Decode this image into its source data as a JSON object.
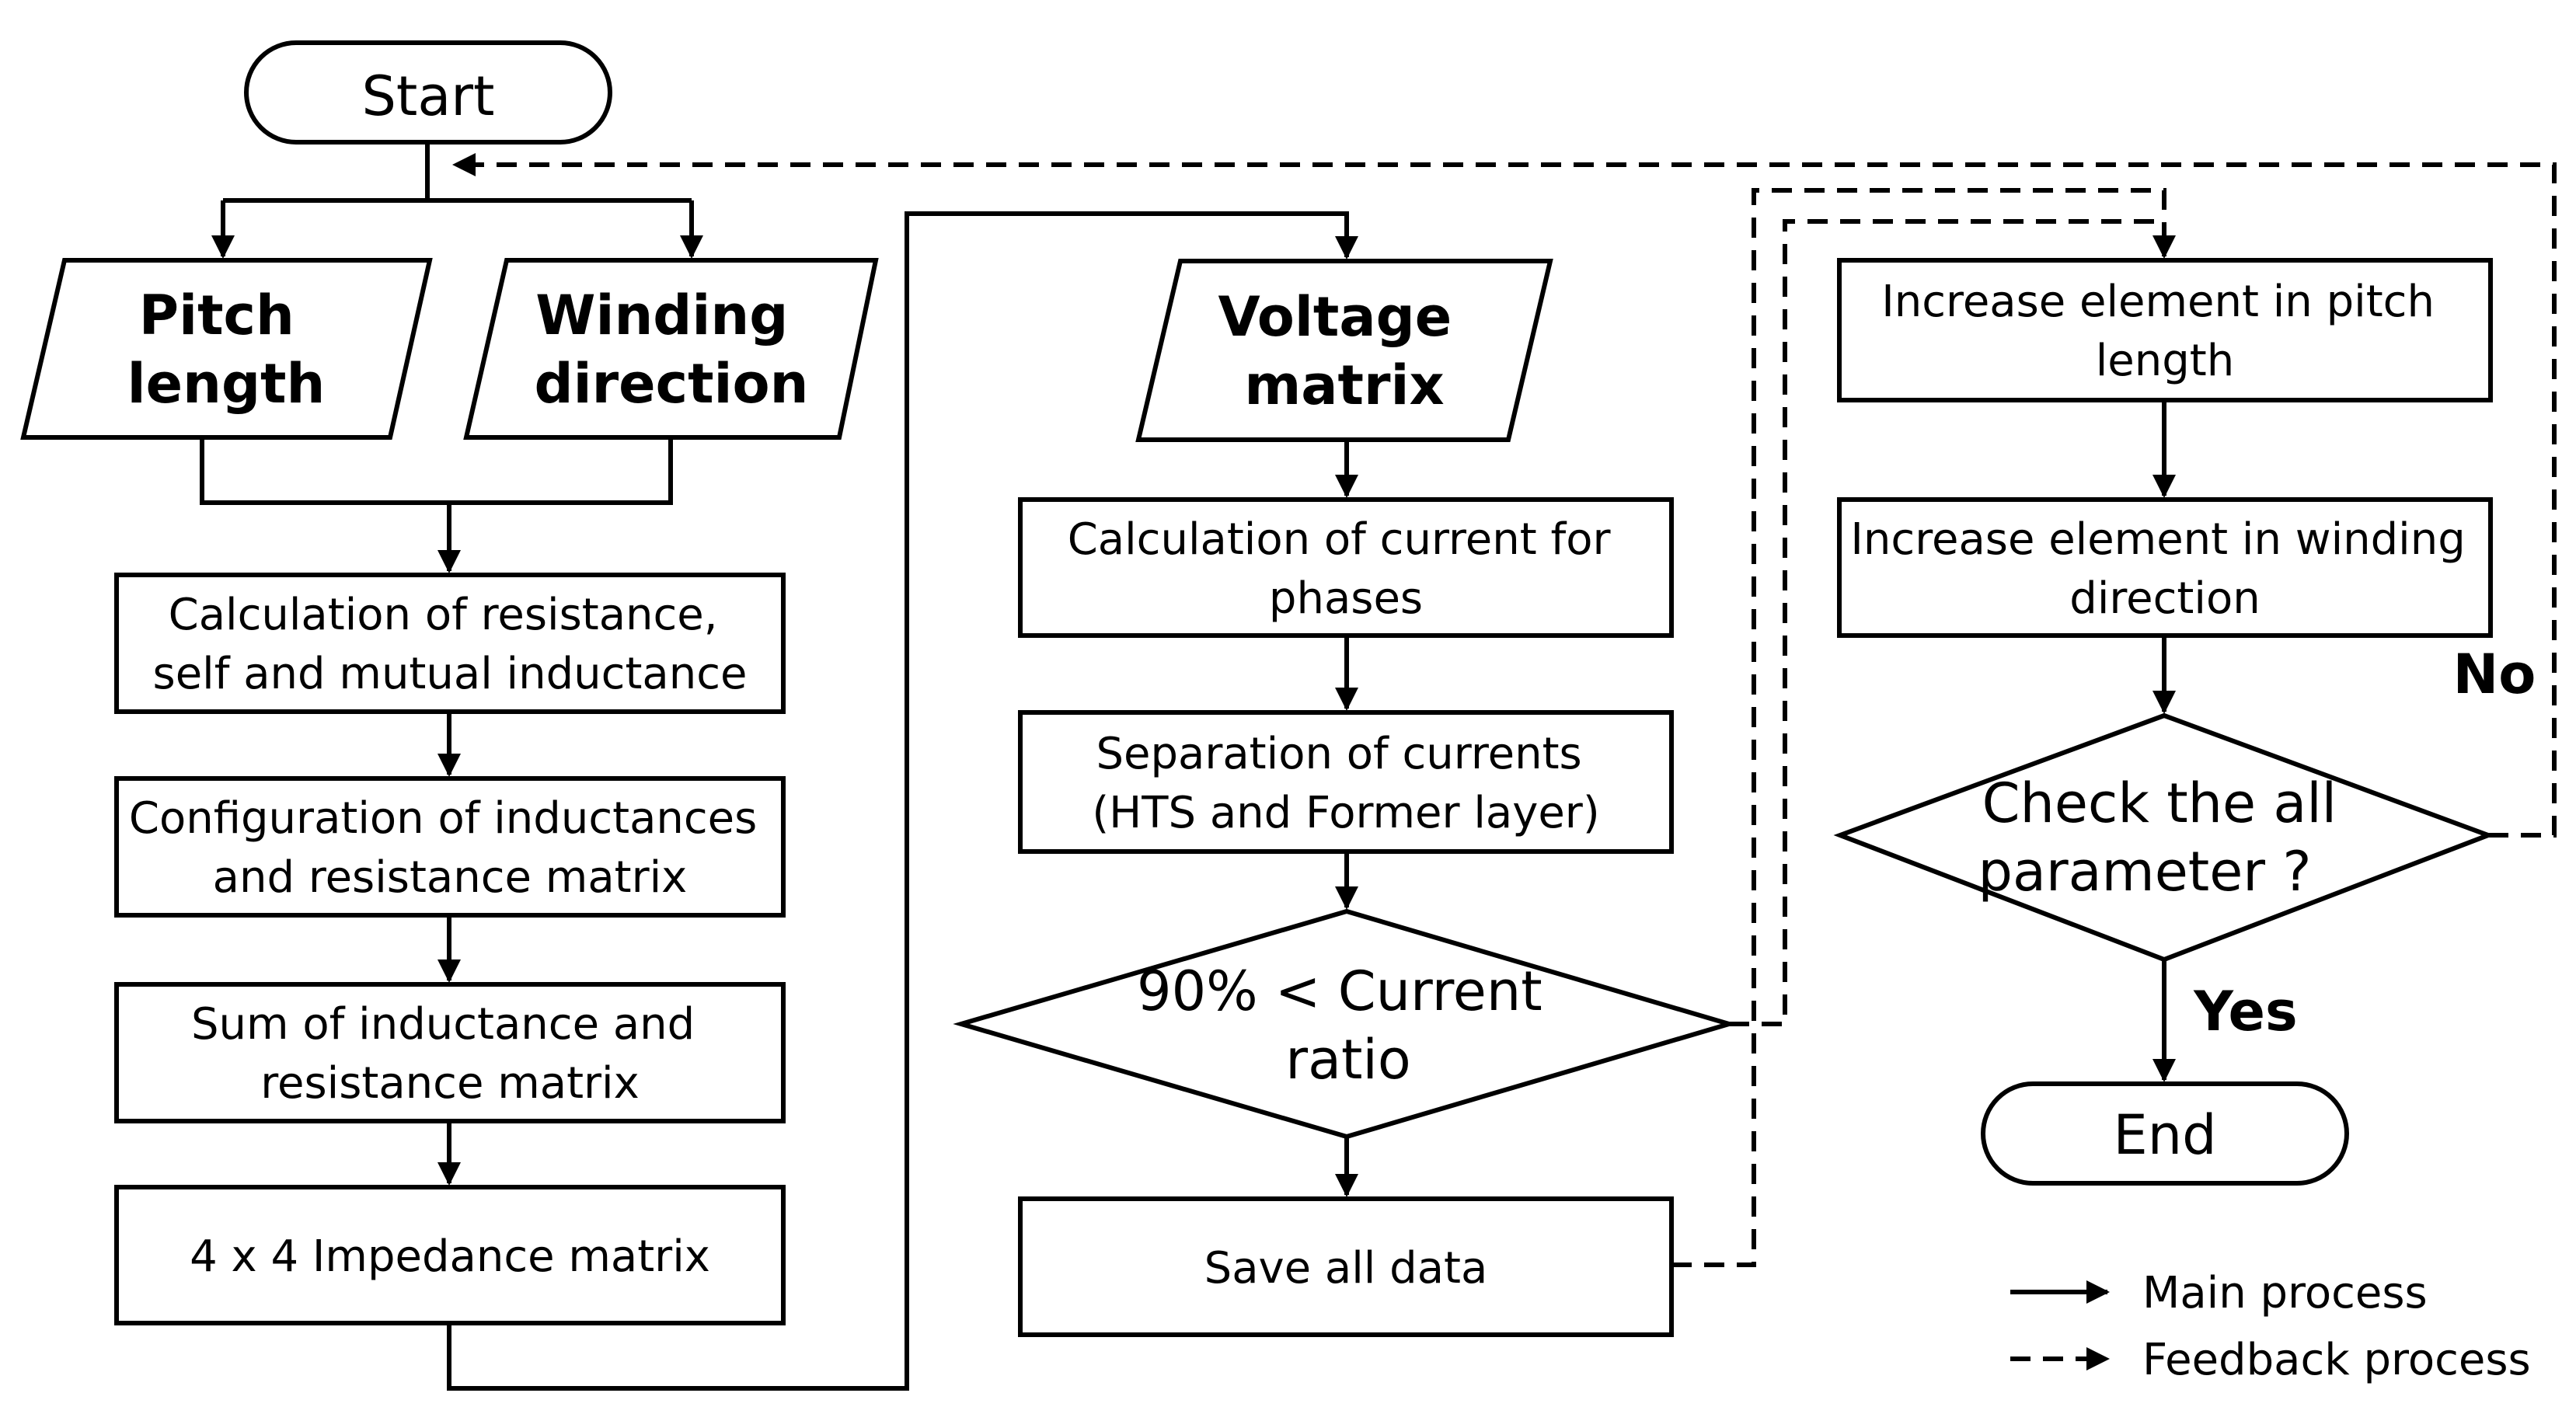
{
  "nodes": {
    "start": "Start",
    "pitch_length": [
      "Pitch",
      "length"
    ],
    "winding_direction": [
      "Winding",
      "direction"
    ],
    "calc_resistance": [
      "Calculation of resistance,",
      "self and mutual inductance"
    ],
    "config_matrix": [
      "Configuration of inductances",
      "and resistance matrix"
    ],
    "sum_matrix": [
      "Sum of inductance and",
      "resistance matrix"
    ],
    "impedance_matrix": "4 x 4 Impedance matrix",
    "voltage_matrix": [
      "Voltage",
      "matrix"
    ],
    "calc_current": [
      "Calculation of current for",
      "phases"
    ],
    "separation": [
      "Separation of currents",
      "(HTS and Former layer)"
    ],
    "current_ratio": [
      "90% < Current",
      "ratio"
    ],
    "save_data": "Save all data",
    "increase_pitch": [
      "Increase element in pitch",
      "length"
    ],
    "increase_winding": [
      "Increase element in winding",
      "direction"
    ],
    "check_param": [
      "Check the all",
      "parameter ?"
    ],
    "end": "End"
  },
  "edge_labels": {
    "no": "No",
    "yes": "Yes"
  },
  "legend": {
    "main": "Main process",
    "feedback": "Feedback process"
  }
}
